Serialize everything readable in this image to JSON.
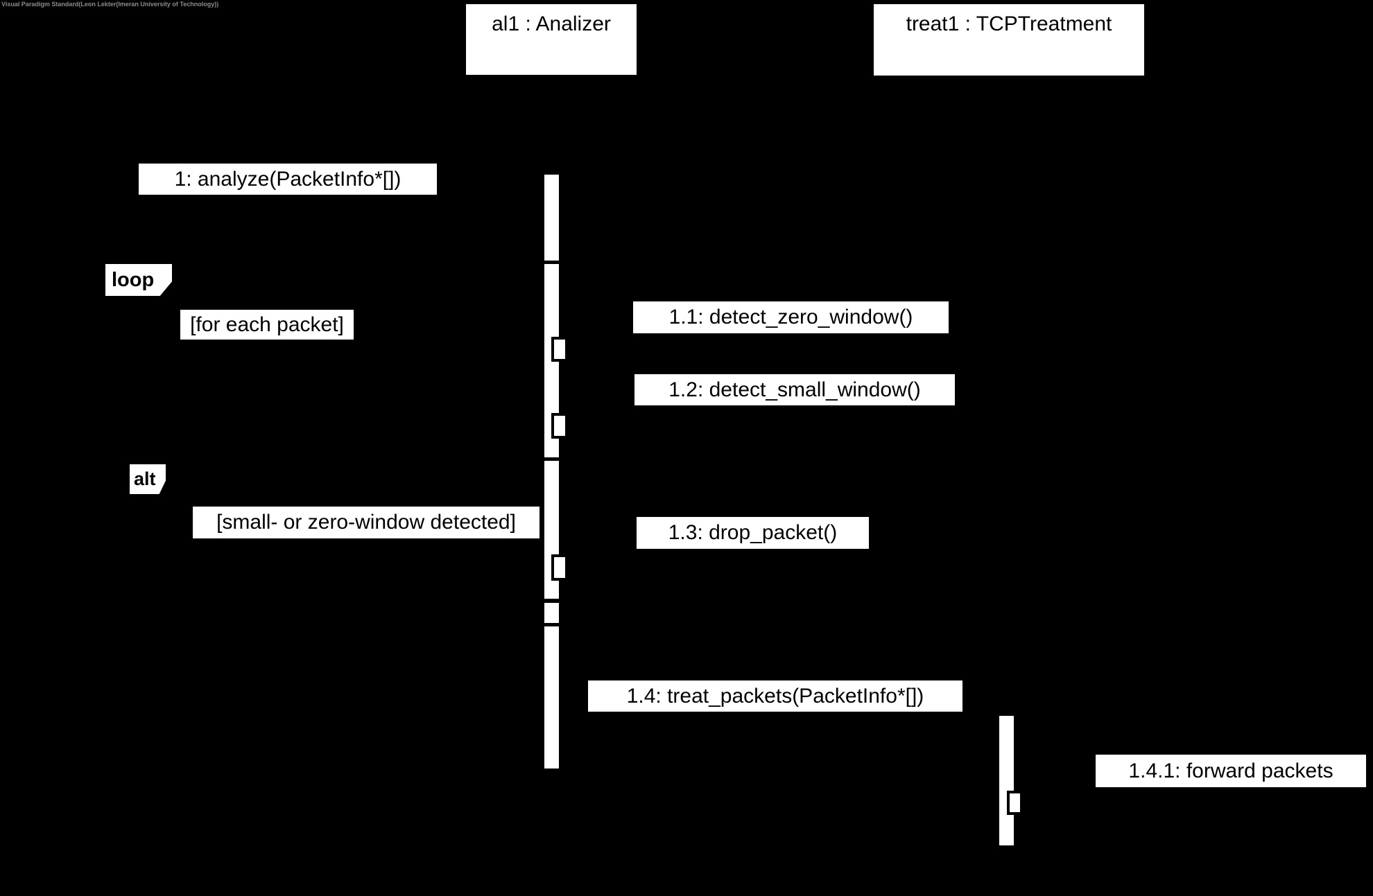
{
  "watermark": "Visual Paradigm Standard(Leon Lekter(Imeran University of Technology))",
  "diagram": {
    "type": "uml-sequence-diagram",
    "lifelines": [
      {
        "name": "al1 : Analizer"
      },
      {
        "name": "treat1 : TCPTreatment"
      }
    ],
    "fragments": [
      {
        "operator": "loop",
        "guard": "[for each packet]"
      },
      {
        "operator": "alt",
        "guard": "[small- or zero-window detected]"
      }
    ],
    "messages": [
      {
        "label": "1: analyze(PacketInfo*[])"
      },
      {
        "label": "1.1: detect_zero_window()"
      },
      {
        "label": "1.2: detect_small_window()"
      },
      {
        "label": "1.3: drop_packet()"
      },
      {
        "label": "1.4: treat_packets(PacketInfo*[])"
      },
      {
        "label": "1.4.1: forward packets"
      }
    ],
    "colors": {
      "background": "#000000",
      "shape_fill": "#ffffff",
      "text": "#000000",
      "watermark": "#8c8c8c"
    }
  }
}
